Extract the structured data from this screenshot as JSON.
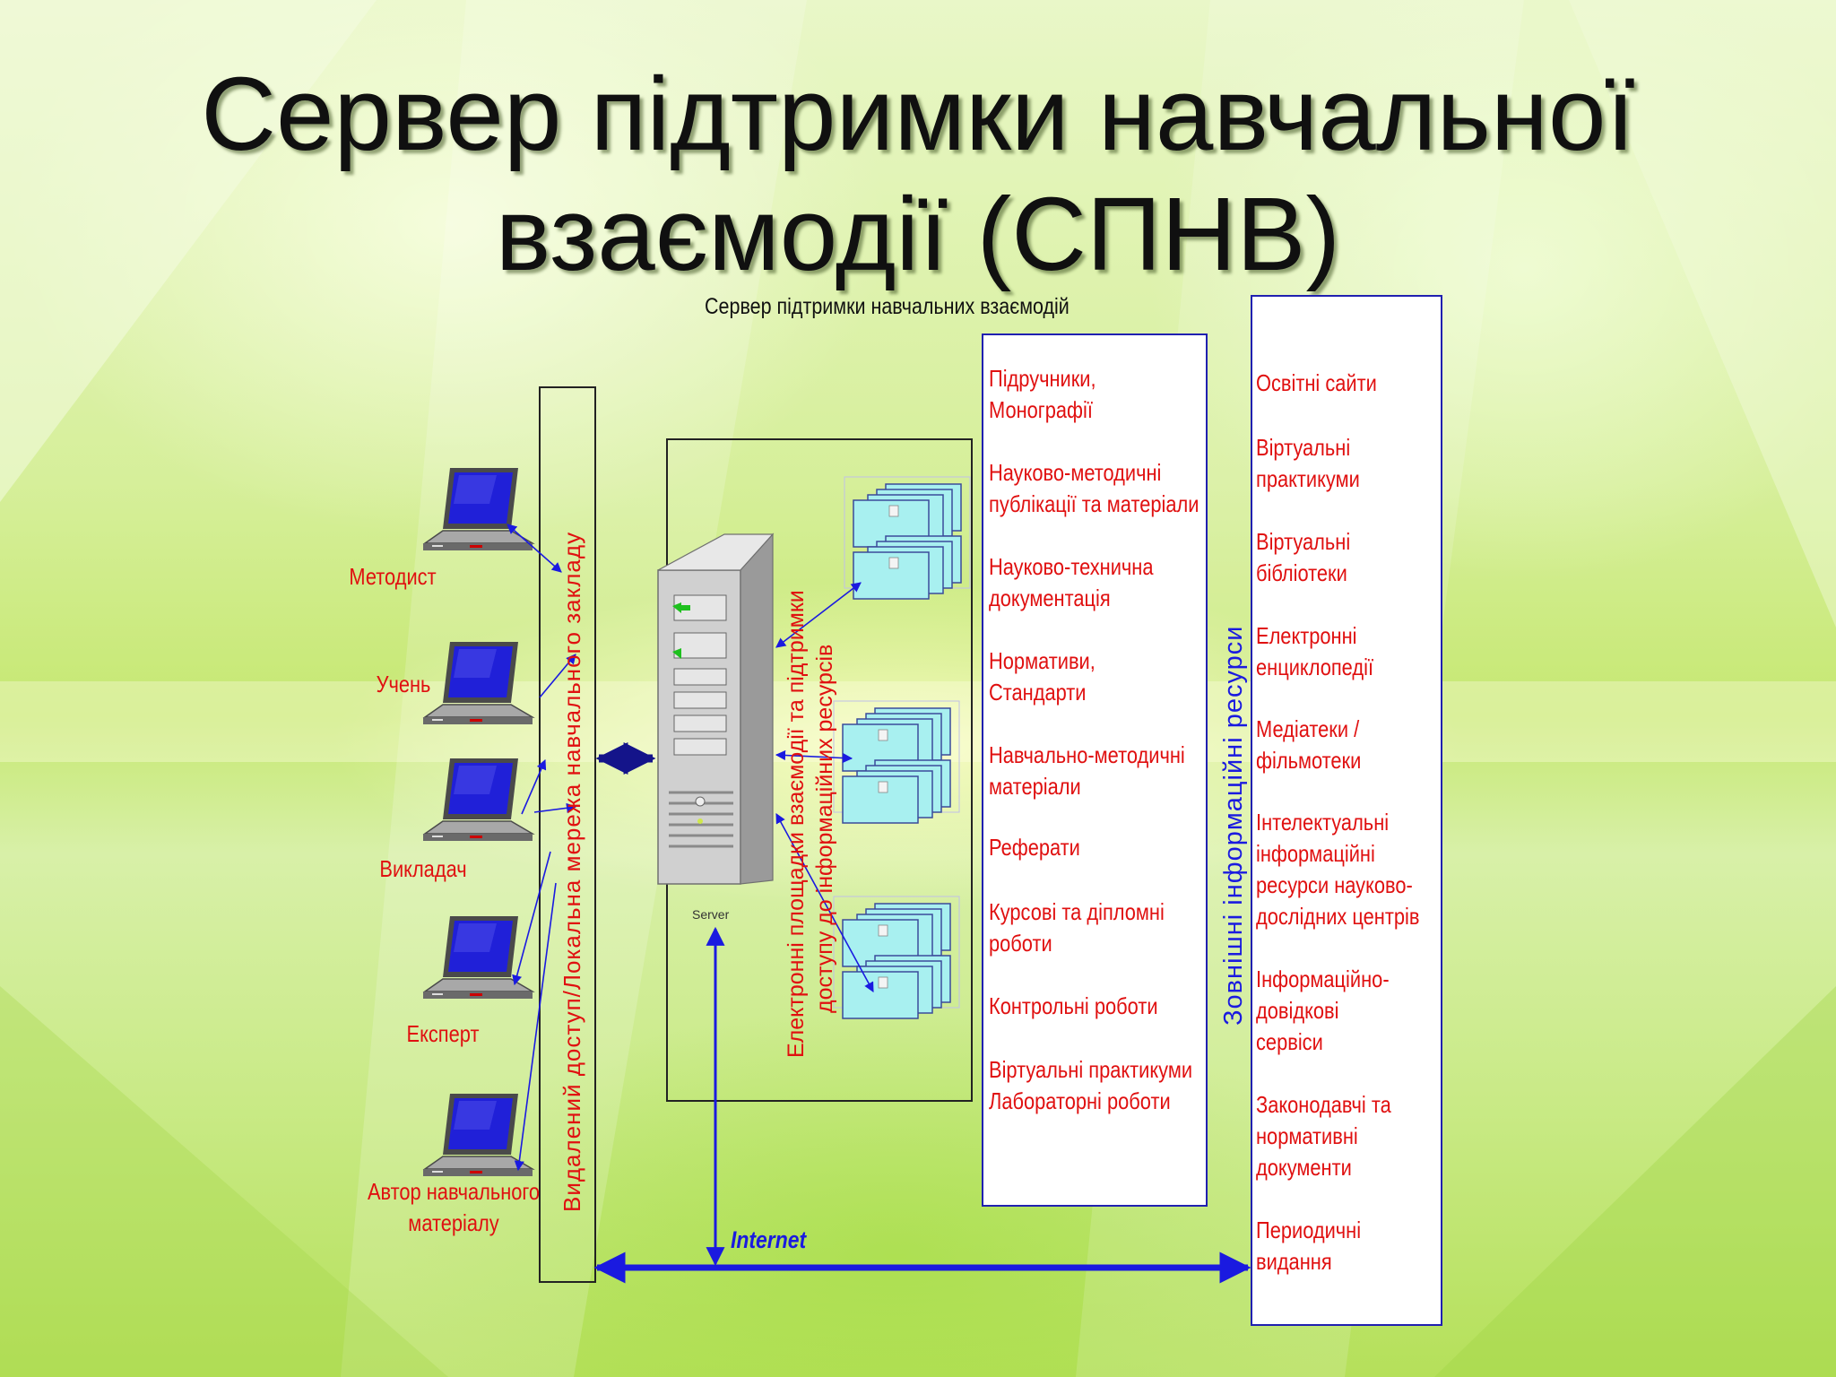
{
  "title": {
    "line1": "Сервер підтримки навчальної",
    "line2": "взаємодії (СПНВ)"
  },
  "diagram": {
    "caption": "Сервер підтримки навчальних взаємодій",
    "roles": [
      {
        "lines": [
          "Методист"
        ]
      },
      {
        "lines": [
          "Учень"
        ]
      },
      {
        "lines": [
          "Викладач"
        ]
      },
      {
        "lines": [
          "Експерт"
        ]
      },
      {
        "lines": [
          "Автор навчального",
          "матеріалу"
        ]
      }
    ],
    "network_label": "Видалений доступ/Локальна  мережа навчального закладу",
    "platforms_label_line1": "Електронні площадки взаємодії та підтримки",
    "platforms_label_line2": "доступу до інформаційних ресурсів",
    "server_label": "Server",
    "internet_label": "Internet",
    "external_label": "Зовнішні інформаційні ресурси",
    "internal_resources": [
      {
        "lines": [
          "Підручники,",
          "Монографії"
        ]
      },
      {
        "lines": [
          "Науково-методичні",
          "публікації та матеріали"
        ]
      },
      {
        "lines": [
          "Науково-технична",
          "документація"
        ]
      },
      {
        "lines": [
          "Нормативи,",
          "Стандарти"
        ]
      },
      {
        "lines": [
          "Навчально-методичні",
          "матеріали"
        ]
      },
      {
        "lines": [
          "Реферати"
        ]
      },
      {
        "lines": [
          "Курсові та діпломні",
          "роботи"
        ]
      },
      {
        "lines": [
          "Контрольні роботи"
        ]
      },
      {
        "lines": [
          "Віртуальні практикуми",
          "Лабораторні роботи"
        ]
      }
    ],
    "external_resources": [
      {
        "lines": [
          "Освітні сайти"
        ]
      },
      {
        "lines": [
          "Віртуальні",
          "практикуми"
        ]
      },
      {
        "lines": [
          "Віртуальні",
          "бібліотеки"
        ]
      },
      {
        "lines": [
          "Електронні",
          "енциклопедії"
        ]
      },
      {
        "lines": [
          "Медіатеки /",
          "фільмотеки"
        ]
      },
      {
        "lines": [
          "Інтелектуальні",
          "інформаційні",
          "ресурси науково-",
          "дослідних центрів"
        ]
      },
      {
        "lines": [
          "Інформаційно-",
          "довідкові",
          "сервіси"
        ]
      },
      {
        "lines": [
          "Законодавчі та",
          "нормативні",
          "документи"
        ]
      },
      {
        "lines": [
          "Периодичні",
          "видання"
        ]
      }
    ],
    "colors": {
      "label_red": "#e01010",
      "line_blue": "#1a1ae0",
      "doc_fill": "#a8f0f0",
      "screen_blue": "#2020d8"
    }
  }
}
